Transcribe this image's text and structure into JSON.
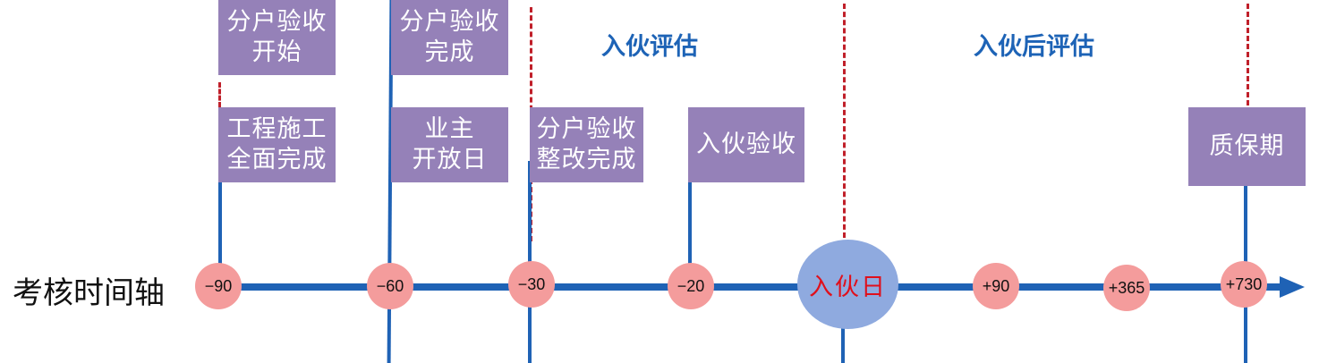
{
  "axis": {
    "title": "考核时间轴"
  },
  "phases": {
    "move_in_eval": "入伙评估",
    "post_move_in_eval": "入伙后评估"
  },
  "milestones": {
    "unit_inspection_start": "分户验收\n开始",
    "construction_complete": "工程施工\n全面完成",
    "unit_inspection_complete": "分户验收\n完成",
    "owner_open_day": "业主\n开放日",
    "unit_rectification_complete": "分户验收\n整改完成",
    "move_in_acceptance": "入伙验收",
    "warranty_period": "质保期"
  },
  "nodes": {
    "n_minus_90": "−90",
    "n_minus_60": "−60",
    "n_minus_30": "−30",
    "n_minus_20": "−20",
    "move_in_day": "入伙日",
    "n_plus_90": "+90",
    "n_plus_365": "+365",
    "n_plus_730": "+730"
  },
  "colors": {
    "axis_blue": "#1f62b5",
    "box_purple": "#9581b8",
    "node_pink": "#f49c9c",
    "move_in_day_fill": "#8faadf",
    "move_in_day_text": "#e0101c",
    "dashed_red": "#c0202a",
    "phase_text": "#1d63b6"
  }
}
